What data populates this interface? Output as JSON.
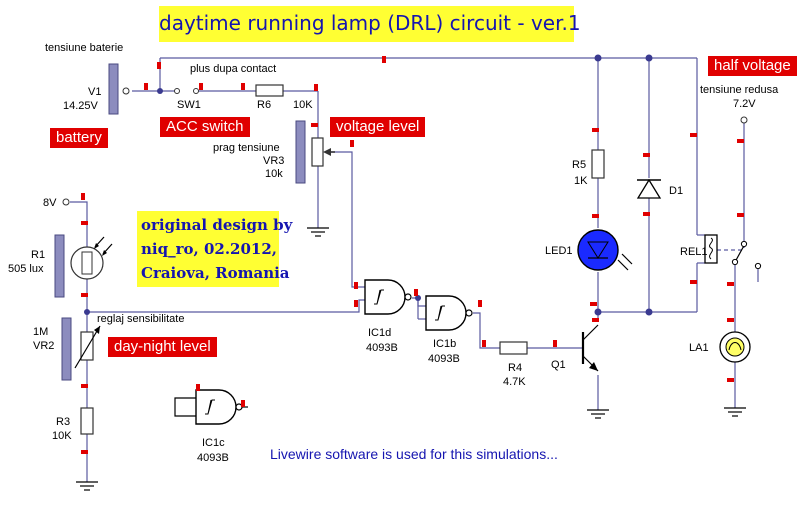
{
  "title": "daytime running lamp (DRL) circuit - ver.1",
  "credit": {
    "line1": "original design by",
    "line2": "niq_ro, 02.2012,",
    "line3": "Craiova, Romania"
  },
  "footer": "Livewire software is used for this simulations...",
  "red_labels": {
    "battery": "battery",
    "acc_switch": "ACC switch",
    "voltage_level": "voltage level",
    "half_voltage": "half voltage",
    "day_night_level": "day-night level"
  },
  "notes": {
    "tensiune_baterie": "tensiune baterie",
    "plus_dupa_contact": "plus dupa contact",
    "prag_tensiune": "prag tensiune",
    "tensiune_redusa": "tensiune redusa",
    "reglaj_sensibilitate": "reglaj sensibilitate"
  },
  "components": {
    "v1": {
      "name": "V1",
      "value": "14.25V"
    },
    "sw1": {
      "name": "SW1"
    },
    "r6": {
      "name": "R6",
      "value": "10K"
    },
    "vr3": {
      "name": "VR3",
      "value": "10k"
    },
    "r5": {
      "name": "R5",
      "value": "1K"
    },
    "d1": {
      "name": "D1"
    },
    "led1": {
      "name": "LED1"
    },
    "rel1": {
      "name": "REL1"
    },
    "la1": {
      "name": "LA1"
    },
    "half_v": {
      "value": "7.2V"
    },
    "supply_8v": {
      "value": "8V"
    },
    "r1": {
      "name": "R1",
      "value": "505 lux"
    },
    "vr2": {
      "name": "VR2",
      "value": "1M"
    },
    "r3": {
      "name": "R3",
      "value": "10K"
    },
    "ic1d": {
      "name": "IC1d",
      "value": "4093B"
    },
    "ic1b": {
      "name": "IC1b",
      "value": "4093B"
    },
    "ic1c": {
      "name": "IC1c",
      "value": "4093B"
    },
    "r4": {
      "name": "R4",
      "value": "4.7K"
    },
    "q1": {
      "name": "Q1"
    }
  },
  "colors": {
    "wire": "#5a5aa0",
    "probe": "#e00000",
    "label_red": "#e00000",
    "label_yellow": "#ffff33",
    "label_blue_text": "#1515b0",
    "led": "#1a2aff"
  }
}
